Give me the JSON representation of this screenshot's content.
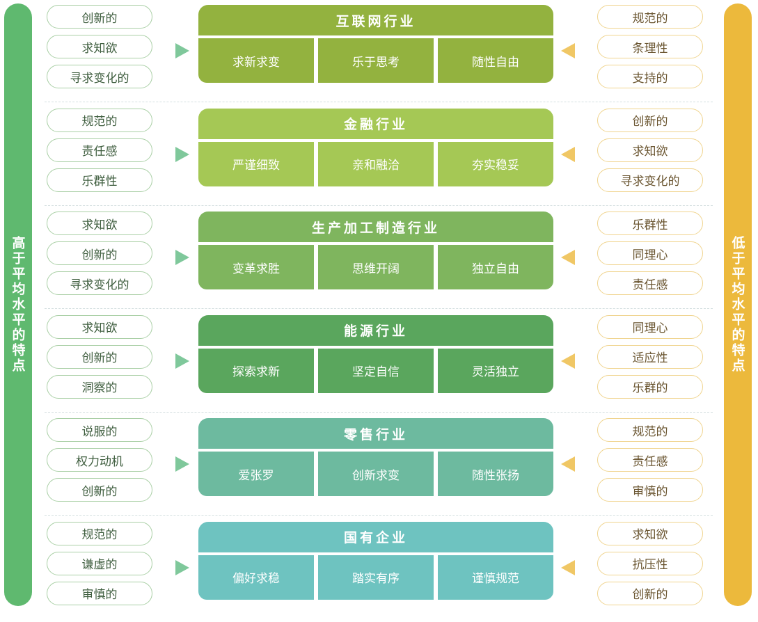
{
  "left_label": "高于平均水平的特点",
  "right_label": "低于平均水平的特点",
  "colors": {
    "left_bar": "#5fb96f",
    "right_bar": "#ecb93c",
    "industries": [
      "#93b23f",
      "#a5c855",
      "#7fb55e",
      "#5aa65d",
      "#6dba9f",
      "#6ec3c0"
    ]
  },
  "rows": [
    {
      "industry": "互联网行业",
      "traits": [
        "求新求变",
        "乐于思考",
        "随性自由"
      ],
      "high": [
        "创新的",
        "求知欲",
        "寻求变化的"
      ],
      "low": [
        "规范的",
        "条理性",
        "支持的"
      ]
    },
    {
      "industry": "金融行业",
      "traits": [
        "严谨细致",
        "亲和融洽",
        "夯实稳妥"
      ],
      "high": [
        "规范的",
        "责任感",
        "乐群性"
      ],
      "low": [
        "创新的",
        "求知欲",
        "寻求变化的"
      ]
    },
    {
      "industry": "生产加工制造行业",
      "traits": [
        "变革求胜",
        "思维开阔",
        "独立自由"
      ],
      "high": [
        "求知欲",
        "创新的",
        "寻求变化的"
      ],
      "low": [
        "乐群性",
        "同理心",
        "责任感"
      ]
    },
    {
      "industry": "能源行业",
      "traits": [
        "探索求新",
        "坚定自信",
        "灵活独立"
      ],
      "high": [
        "求知欲",
        "创新的",
        "洞察的"
      ],
      "low": [
        "同理心",
        "适应性",
        "乐群的"
      ]
    },
    {
      "industry": "零售行业",
      "traits": [
        "爱张罗",
        "创新求变",
        "随性张扬"
      ],
      "high": [
        "说服的",
        "权力动机",
        "创新的"
      ],
      "low": [
        "规范的",
        "责任感",
        "审慎的"
      ]
    },
    {
      "industry": "国有企业",
      "traits": [
        "偏好求稳",
        "踏实有序",
        "谨慎规范"
      ],
      "high": [
        "规范的",
        "谦虚的",
        "审慎的"
      ],
      "low": [
        "求知欲",
        "抗压性",
        "创新的"
      ]
    }
  ]
}
